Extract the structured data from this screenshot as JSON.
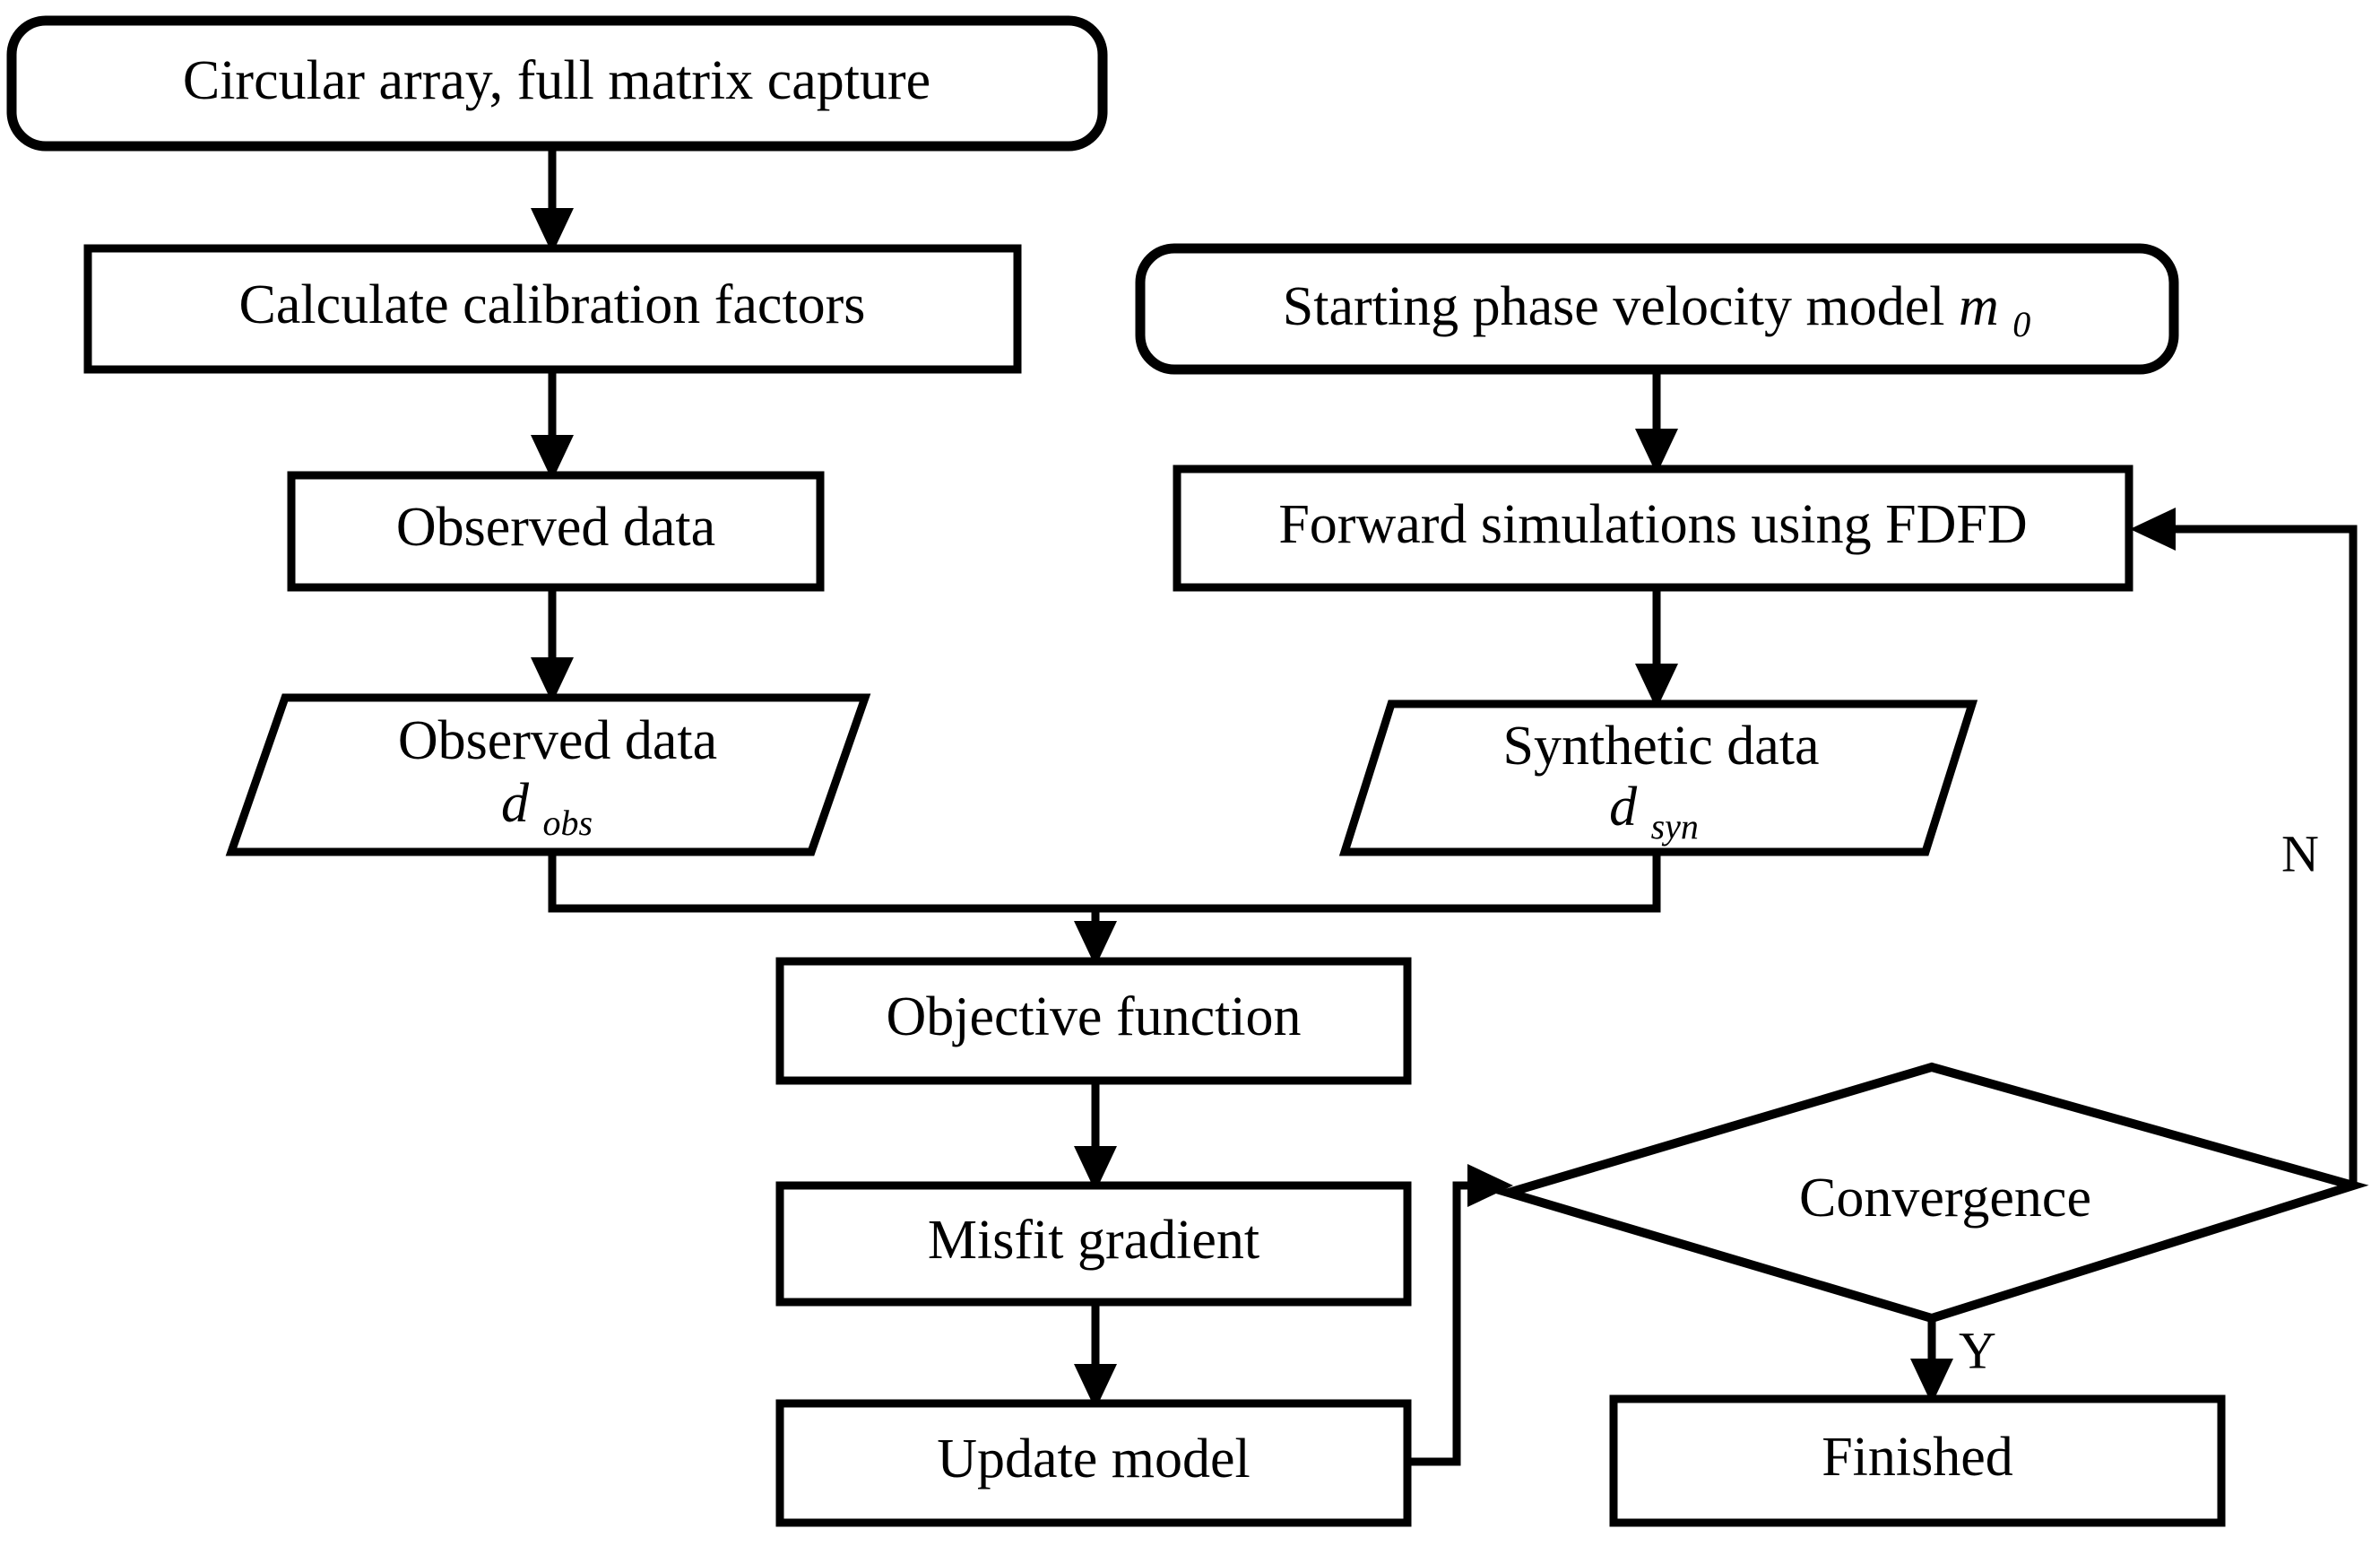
{
  "diagram": {
    "title": "Full waveform inversion workflow flowchart",
    "type": "flowchart",
    "background_color": "#ffffff",
    "line_color": "#000000",
    "nodes": [
      {
        "id": "circular-array",
        "shape": "rounded-rectangle",
        "label": "Circular array, full matrix capture"
      },
      {
        "id": "calculate-calibration-factors",
        "shape": "rectangle",
        "label": "Calculate calibration factors"
      },
      {
        "id": "starting-model",
        "shape": "rounded-rectangle",
        "label_main": "Starting phase velocity model",
        "label_symbol": "m",
        "label_subscript": "0"
      },
      {
        "id": "observed-data-process",
        "shape": "rectangle",
        "label": "Observed data"
      },
      {
        "id": "forward-simulations",
        "shape": "rectangle",
        "label": "Forward simulations using FDFD"
      },
      {
        "id": "observed-data-io",
        "shape": "parallelogram",
        "label_line1": "Observed data",
        "label_symbol": "d",
        "label_subscript": "obs"
      },
      {
        "id": "synthetic-data-io",
        "shape": "parallelogram",
        "label_line1": "Synthetic data",
        "label_symbol": "d",
        "label_subscript": "syn"
      },
      {
        "id": "objective-function",
        "shape": "rectangle",
        "label": "Objective function"
      },
      {
        "id": "misfit-gradient",
        "shape": "rectangle",
        "label": "Misfit gradient"
      },
      {
        "id": "update-model",
        "shape": "rectangle",
        "label": "Update model"
      },
      {
        "id": "convergence",
        "shape": "diamond",
        "label": "Convergence"
      },
      {
        "id": "finished",
        "shape": "rectangle",
        "label": "Finished"
      }
    ],
    "edge_labels": {
      "no_branch": "N",
      "yes_branch": "Y"
    }
  }
}
